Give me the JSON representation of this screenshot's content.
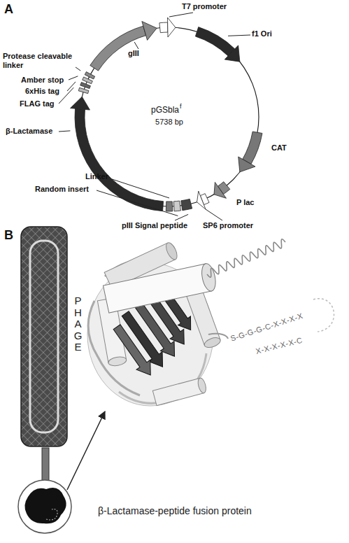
{
  "diagram": {
    "nodes": [
      {
        "text": [
          "PHAGE"
        ]
      }
    ],
    "labels": [
      "A",
      "T7 promoter",
      "f1 Ori",
      "gIII",
      "Protease cleavable linker",
      "Amber stop",
      "6xHis tag",
      "FLAG tag",
      "β-Lactamase",
      "CAT",
      "Linker",
      "Random insert",
      "pIII Signal peptide",
      "SP6 promoter",
      "P lac",
      "pGSbla",
      "f",
      "5738 bp",
      "B",
      "S-G-G-G-C-X-X-X-X",
      "X-X-X-X-X-C",
      "β-Lactamase-peptide fusion protein"
    ]
  }
}
